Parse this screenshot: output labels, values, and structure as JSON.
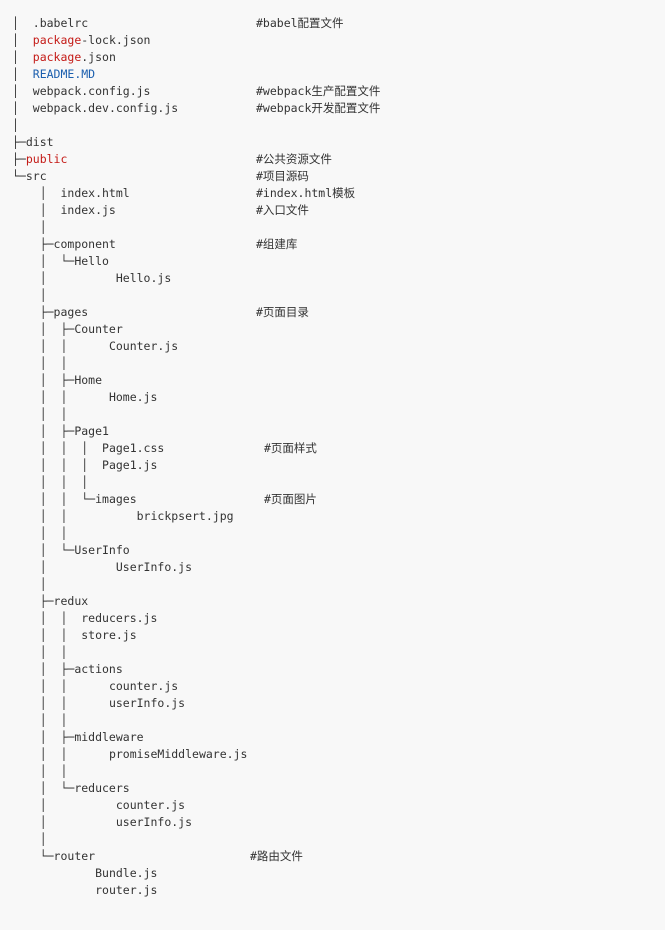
{
  "colors": {
    "background": "#f8f8f8",
    "text": "#333333",
    "highlight_red": "#c41a16",
    "highlight_blue": "#1c5fae"
  },
  "tree": [
    {
      "prefix": "│  ",
      "hl": "",
      "hl_color": "",
      "rest": ".babelrc",
      "comment": "#babel配置文件"
    },
    {
      "prefix": "│  ",
      "hl": "package",
      "hl_color": "red",
      "rest": "-lock.json",
      "comment": ""
    },
    {
      "prefix": "│  ",
      "hl": "package",
      "hl_color": "red",
      "rest": ".json",
      "comment": ""
    },
    {
      "prefix": "│  ",
      "hl": "README.MD",
      "hl_color": "blue",
      "rest": "",
      "comment": ""
    },
    {
      "prefix": "│  ",
      "hl": "",
      "hl_color": "",
      "rest": "webpack.config.js",
      "comment": "#webpack生产配置文件"
    },
    {
      "prefix": "│  ",
      "hl": "",
      "hl_color": "",
      "rest": "webpack.dev.config.js",
      "comment": "#webpack开发配置文件"
    },
    {
      "prefix": "│",
      "hl": "",
      "hl_color": "",
      "rest": "",
      "comment": ""
    },
    {
      "prefix": "├─",
      "hl": "",
      "hl_color": "",
      "rest": "dist",
      "comment": ""
    },
    {
      "prefix": "├─",
      "hl": "public",
      "hl_color": "red",
      "rest": "",
      "comment": "#公共资源文件"
    },
    {
      "prefix": "└─",
      "hl": "",
      "hl_color": "",
      "rest": "src",
      "comment": "#项目源码"
    },
    {
      "prefix": "    │  ",
      "hl": "",
      "hl_color": "",
      "rest": "index.html",
      "comment": "#index.html模板"
    },
    {
      "prefix": "    │  ",
      "hl": "",
      "hl_color": "",
      "rest": "index.js",
      "comment": "#入口文件"
    },
    {
      "prefix": "    │",
      "hl": "",
      "hl_color": "",
      "rest": "",
      "comment": ""
    },
    {
      "prefix": "    ├─",
      "hl": "",
      "hl_color": "",
      "rest": "component",
      "comment": "#组建库"
    },
    {
      "prefix": "    │  └─",
      "hl": "",
      "hl_color": "",
      "rest": "Hello",
      "comment": ""
    },
    {
      "prefix": "    │          ",
      "hl": "",
      "hl_color": "",
      "rest": "Hello.js",
      "comment": ""
    },
    {
      "prefix": "    │",
      "hl": "",
      "hl_color": "",
      "rest": "",
      "comment": ""
    },
    {
      "prefix": "    ├─",
      "hl": "",
      "hl_color": "",
      "rest": "pages",
      "comment": "#页面目录"
    },
    {
      "prefix": "    │  ├─",
      "hl": "",
      "hl_color": "",
      "rest": "Counter",
      "comment": ""
    },
    {
      "prefix": "    │  │      ",
      "hl": "",
      "hl_color": "",
      "rest": "Counter.js",
      "comment": ""
    },
    {
      "prefix": "    │  │",
      "hl": "",
      "hl_color": "",
      "rest": "",
      "comment": ""
    },
    {
      "prefix": "    │  ├─",
      "hl": "",
      "hl_color": "",
      "rest": "Home",
      "comment": ""
    },
    {
      "prefix": "    │  │      ",
      "hl": "",
      "hl_color": "",
      "rest": "Home.js",
      "comment": ""
    },
    {
      "prefix": "    │  │",
      "hl": "",
      "hl_color": "",
      "rest": "",
      "comment": ""
    },
    {
      "prefix": "    │  ├─",
      "hl": "",
      "hl_color": "",
      "rest": "Page1",
      "comment": ""
    },
    {
      "prefix": "    │  │  │  ",
      "hl": "",
      "hl_color": "",
      "rest": "Page1.css",
      "comment": "#页面样式"
    },
    {
      "prefix": "    │  │  │  ",
      "hl": "",
      "hl_color": "",
      "rest": "Page1.js",
      "comment": ""
    },
    {
      "prefix": "    │  │  │",
      "hl": "",
      "hl_color": "",
      "rest": "",
      "comment": ""
    },
    {
      "prefix": "    │  │  └─",
      "hl": "",
      "hl_color": "",
      "rest": "images",
      "comment": "#页面图片"
    },
    {
      "prefix": "    │  │          ",
      "hl": "",
      "hl_color": "",
      "rest": "brickpsert.jpg",
      "comment": ""
    },
    {
      "prefix": "    │  │",
      "hl": "",
      "hl_color": "",
      "rest": "",
      "comment": ""
    },
    {
      "prefix": "    │  └─",
      "hl": "",
      "hl_color": "",
      "rest": "UserInfo",
      "comment": ""
    },
    {
      "prefix": "    │          ",
      "hl": "",
      "hl_color": "",
      "rest": "UserInfo.js",
      "comment": ""
    },
    {
      "prefix": "    │",
      "hl": "",
      "hl_color": "",
      "rest": "",
      "comment": ""
    },
    {
      "prefix": "    ├─",
      "hl": "",
      "hl_color": "",
      "rest": "redux",
      "comment": ""
    },
    {
      "prefix": "    │  │  ",
      "hl": "",
      "hl_color": "",
      "rest": "reducers.js",
      "comment": ""
    },
    {
      "prefix": "    │  │  ",
      "hl": "",
      "hl_color": "",
      "rest": "store.js",
      "comment": ""
    },
    {
      "prefix": "    │  │",
      "hl": "",
      "hl_color": "",
      "rest": "",
      "comment": ""
    },
    {
      "prefix": "    │  ├─",
      "hl": "",
      "hl_color": "",
      "rest": "actions",
      "comment": ""
    },
    {
      "prefix": "    │  │      ",
      "hl": "",
      "hl_color": "",
      "rest": "counter.js",
      "comment": ""
    },
    {
      "prefix": "    │  │      ",
      "hl": "",
      "hl_color": "",
      "rest": "userInfo.js",
      "comment": ""
    },
    {
      "prefix": "    │  │",
      "hl": "",
      "hl_color": "",
      "rest": "",
      "comment": ""
    },
    {
      "prefix": "    │  ├─",
      "hl": "",
      "hl_color": "",
      "rest": "middleware",
      "comment": ""
    },
    {
      "prefix": "    │  │      ",
      "hl": "",
      "hl_color": "",
      "rest": "promiseMiddleware.js",
      "comment": ""
    },
    {
      "prefix": "    │  │",
      "hl": "",
      "hl_color": "",
      "rest": "",
      "comment": ""
    },
    {
      "prefix": "    │  └─",
      "hl": "",
      "hl_color": "",
      "rest": "reducers",
      "comment": ""
    },
    {
      "prefix": "    │          ",
      "hl": "",
      "hl_color": "",
      "rest": "counter.js",
      "comment": ""
    },
    {
      "prefix": "    │          ",
      "hl": "",
      "hl_color": "",
      "rest": "userInfo.js",
      "comment": ""
    },
    {
      "prefix": "    │",
      "hl": "",
      "hl_color": "",
      "rest": "",
      "comment": ""
    },
    {
      "prefix": "    └─",
      "hl": "",
      "hl_color": "",
      "rest": "router",
      "comment": "#路由文件"
    },
    {
      "prefix": "            ",
      "hl": "",
      "hl_color": "",
      "rest": "Bundle.js",
      "comment": ""
    },
    {
      "prefix": "            ",
      "hl": "",
      "hl_color": "",
      "rest": "router.js",
      "comment": ""
    }
  ]
}
